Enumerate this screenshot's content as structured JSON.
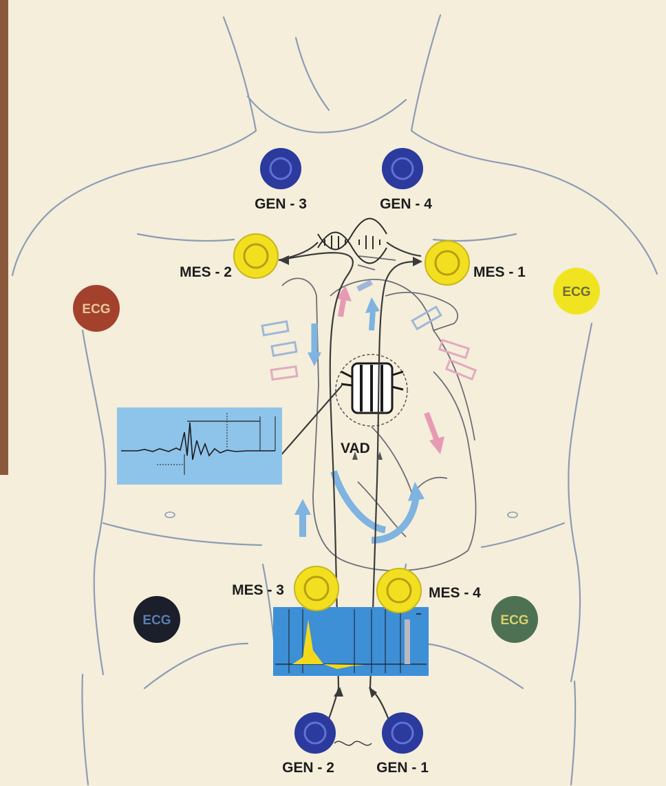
{
  "electrodes": {
    "gen_3": "GEN - 3",
    "gen_4": "GEN - 4",
    "mes_2": "MES - 2",
    "mes_1": "MES - 1",
    "mes_3": "MES - 3",
    "mes_4": "MES - 4",
    "gen_2": "GEN - 2",
    "gen_1": "GEN - 1"
  },
  "ecg": {
    "right_arm": "ECG",
    "left_arm": "ECG",
    "right_leg": "ECG",
    "left_leg": "ECG"
  },
  "device": {
    "label": "VAD"
  },
  "colors": {
    "background": "#f4eedb",
    "gen_electrode": "#2b3a9c",
    "mes_electrode": "#f2df1f",
    "ecg_right_arm": "#a3412c",
    "ecg_left_arm": "#f0e421",
    "ecg_right_leg": "#1b1e2b",
    "ecg_left_leg": "#4e7053",
    "blood_venous": "#7fb3e0",
    "blood_arterial": "#e79ab3",
    "signal_panel": "#8ec4ea",
    "spectrum_panel": "#3d8fd6"
  }
}
